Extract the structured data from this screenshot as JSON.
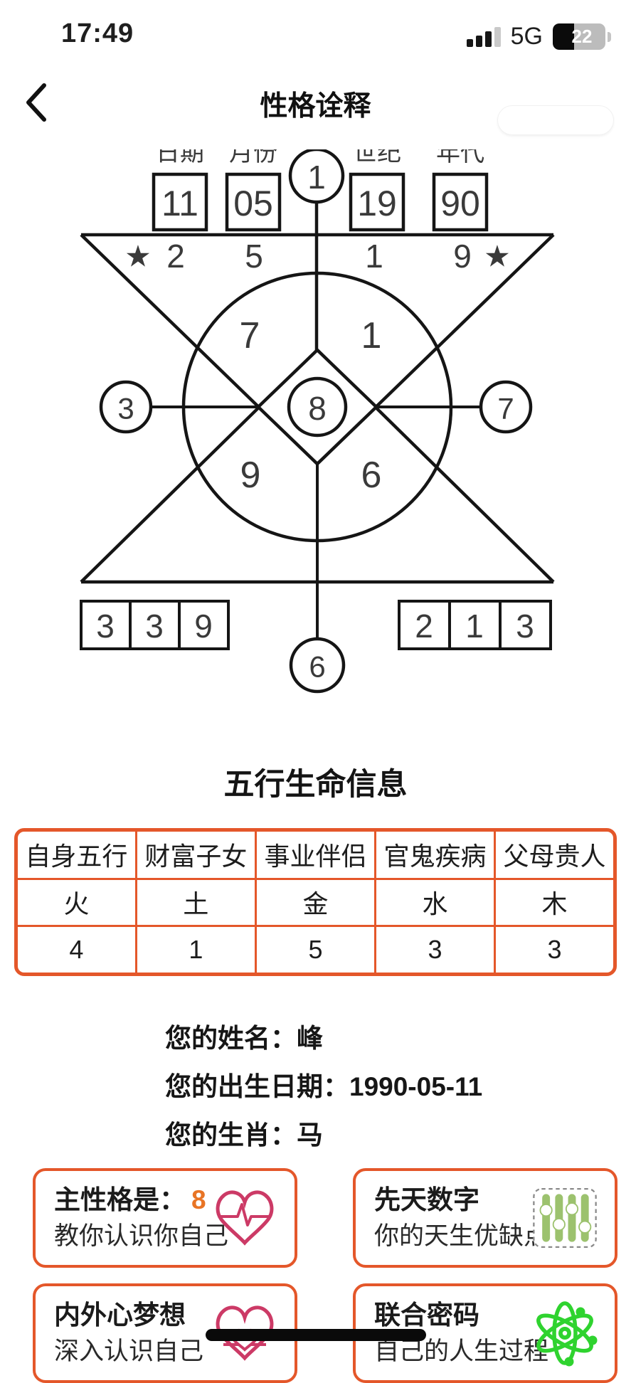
{
  "status_bar": {
    "time": "17:49",
    "network": "5G",
    "battery_percent": "22"
  },
  "header": {
    "title": "性格诠释"
  },
  "diagram": {
    "date_parts": [
      {
        "label": "日期",
        "value": "11"
      },
      {
        "label": "月份",
        "value": "05"
      },
      {
        "label": "世纪",
        "value": "19"
      },
      {
        "label": "年代",
        "value": "90"
      }
    ],
    "top_circle_value": "1",
    "star": "★",
    "triangle_row_values": [
      "2",
      "5",
      "1",
      "9"
    ],
    "quadrant_values": {
      "top_left": "7",
      "top_right": "1",
      "bottom_left": "9",
      "bottom_right": "6"
    },
    "center_value": "8",
    "left_circle_value": "3",
    "right_circle_value": "7",
    "bottom_left_cells": [
      "3",
      "3",
      "9"
    ],
    "bottom_right_cells": [
      "2",
      "1",
      "3"
    ],
    "bottom_circle_value": "6"
  },
  "five_elements": {
    "title": "五行生命信息",
    "table": {
      "headers": [
        "自身五行",
        "财富子女",
        "事业伴侣",
        "官鬼疾病",
        "父母贵人"
      ],
      "elements": [
        "火",
        "土",
        "金",
        "水",
        "木"
      ],
      "counts": [
        "4",
        "1",
        "5",
        "3",
        "3"
      ]
    }
  },
  "profile": {
    "lines": [
      {
        "label": "您的姓名：",
        "value": "峰"
      },
      {
        "label": "您的出生日期：",
        "value": "1990-05-11"
      },
      {
        "label": "您的生肖：",
        "value": "马"
      }
    ]
  },
  "cards": [
    {
      "title": "主性格是：",
      "highlight": "8",
      "subtitle": "教你认识你自己",
      "icon": "heart-pulse-icon"
    },
    {
      "title": "先天数字",
      "subtitle": "你的天生优缺点",
      "icon": "sliders-icon"
    },
    {
      "title": "内外心梦想",
      "subtitle": "深入认识自己",
      "icon": "heart-in-heart-icon"
    },
    {
      "title": "联合密码",
      "subtitle": "自己的人生过程",
      "icon": "atom-icon"
    }
  ],
  "colors": {
    "accent_orange": "#E4572A",
    "highlight_orange": "#E87425",
    "star_red": "#E01F1F",
    "center_ring_red": "#C62828",
    "heart_pink": "#CC3A66",
    "slider_green": "#9CC26E",
    "atom_green": "#2FD32F"
  }
}
